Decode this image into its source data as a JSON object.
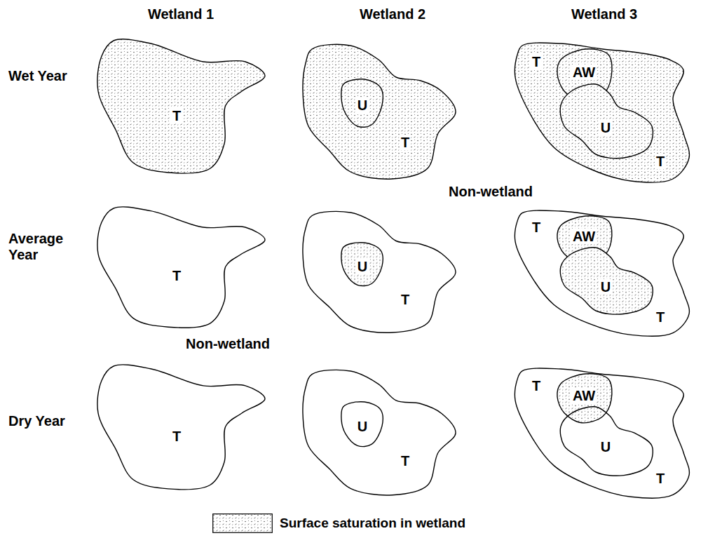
{
  "diagram": {
    "nodes": [
      {
        "text": [
          "T"
        ]
      },
      {
        "text": [
          "T"
        ]
      },
      {
        "text": [
          "U"
        ],
        "in": 1
      },
      {
        "text": [
          "T",
          "T"
        ]
      },
      {
        "text": [
          "AW"
        ],
        "in": 3
      },
      {
        "text": [
          "U"
        ],
        "in": 3
      },
      {
        "text": [
          "T"
        ]
      },
      {
        "text": [
          "T"
        ]
      },
      {
        "text": [
          "U"
        ],
        "in": 7
      },
      {
        "text": [
          "T",
          "T"
        ]
      },
      {
        "text": [
          "AW"
        ],
        "in": 9
      },
      {
        "text": [
          "U"
        ],
        "in": 9
      },
      {
        "text": [
          "T"
        ]
      },
      {
        "text": [
          "T"
        ]
      },
      {
        "text": [
          "U"
        ],
        "in": 13
      },
      {
        "text": [
          "T",
          "T"
        ]
      },
      {
        "text": [
          "AW"
        ],
        "in": 15
      },
      {
        "text": [
          "U"
        ],
        "in": 15
      }
    ],
    "labels": [
      "Wetland 1",
      "Wetland 2",
      "Wetland 3",
      "Wet Year",
      "Average Year",
      "Dry Year",
      "Non-wetland",
      "Non-wetland"
    ],
    "legend": [
      {
        "text": "Surface saturation in wetland"
      }
    ]
  }
}
